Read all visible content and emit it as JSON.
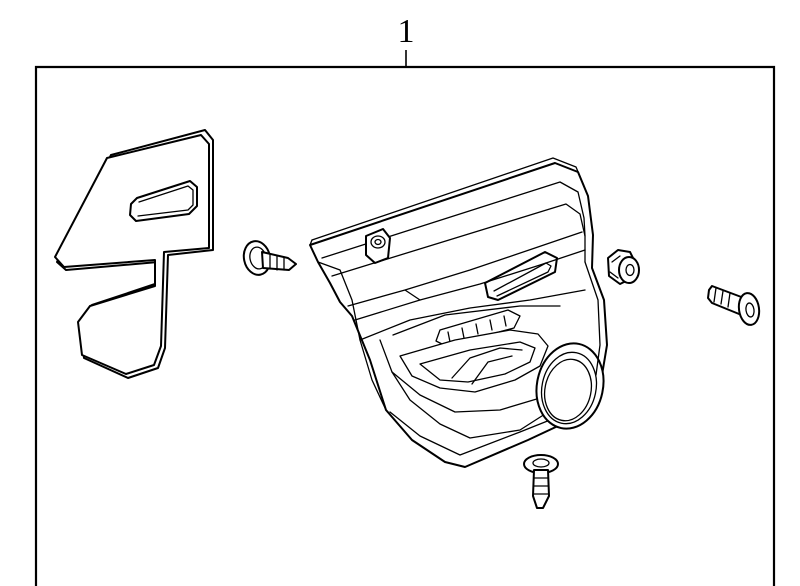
{
  "diagram": {
    "callout_number": "1"
  },
  "parts": [
    {
      "name": "insulator-panel"
    },
    {
      "name": "door-trim-panel"
    },
    {
      "name": "push-pin-clip"
    },
    {
      "name": "retainer-nut"
    },
    {
      "name": "screw-right"
    },
    {
      "name": "screw-bottom"
    }
  ],
  "colors": {
    "line": "#000000",
    "background": "#ffffff"
  }
}
